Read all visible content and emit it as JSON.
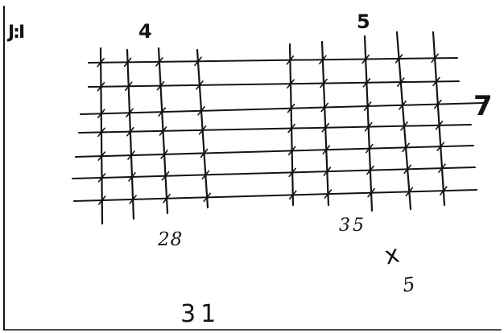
{
  "sketch": {
    "labels": {
      "corner": "J:I",
      "top_left": "4",
      "top_right": "5",
      "right": "7",
      "bottom_left": "28",
      "bottom_right": "35",
      "mark_x": "x",
      "mark_five": "5",
      "bottom": "31"
    },
    "grid": {
      "horizontal_lines": 7,
      "vertical_lines": 9,
      "ink_color": "#141414",
      "paper_color": "#ffffff"
    }
  }
}
